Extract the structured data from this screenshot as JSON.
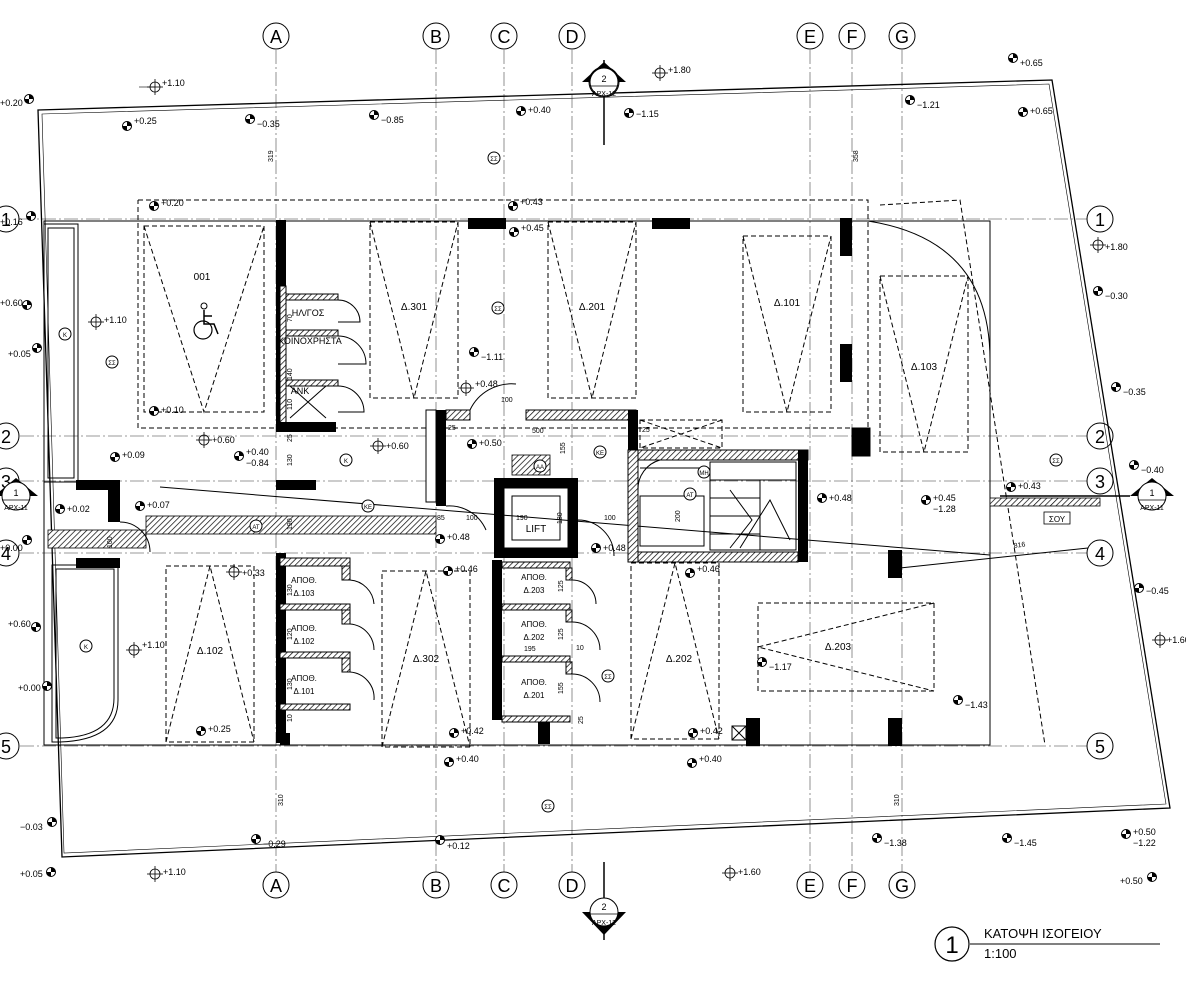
{
  "title_block": {
    "number": "1",
    "title": "ΚΑΤΟΨΗ ΙΣΟΓΕΙΟΥ",
    "scale": "1:100"
  },
  "grid_columns": [
    "A",
    "B",
    "C",
    "D",
    "E",
    "F",
    "G"
  ],
  "grid_rows": [
    "1",
    "2",
    "3",
    "4",
    "5"
  ],
  "section_marks": [
    {
      "number": "2",
      "sheet": "ΑΡΧ-12"
    },
    {
      "number": "2",
      "sheet": "ΑΡΧ-12"
    },
    {
      "number": "1",
      "sheet": "ΑΡΧ-11"
    },
    {
      "number": "1",
      "sheet": "ΑΡΧ-11"
    }
  ],
  "rooms": {
    "r001": "001",
    "d301": "Δ.301",
    "d201": "Δ.201",
    "d101": "Δ.101",
    "d103": "Δ.103",
    "d102": "Δ.102",
    "d302": "Δ.302",
    "d202": "Δ.202",
    "d203": "Δ.203",
    "hlgos": "ΗΛ/ΓΟΣ",
    "koinox": "ΚΟΙΝΟΧΡΗΣΤΑ",
    "ank": "ΑΝΚ",
    "lift": "LIFT",
    "soy": "ΣΟΥ",
    "ap103_a": "ΑΠΟΘ.",
    "ap103_b": "Δ.103",
    "ap102_a": "ΑΠΟΘ.",
    "ap102_b": "Δ.102",
    "ap101_a": "ΑΠΟΘ.",
    "ap101_b": "Δ.101",
    "ap203_a": "ΑΠΟΘ.",
    "ap203_b": "Δ.203",
    "ap202_a": "ΑΠΟΘ.",
    "ap202_b": "Δ.202",
    "ap201_a": "ΑΠΟΘ.",
    "ap201_b": "Δ.201"
  },
  "levels": [
    "+1.10",
    "+0.20",
    "+0.25",
    "−0.35",
    "−0.85",
    "+1.80",
    "+0.40",
    "−1.15",
    "+0.65",
    "−1.21",
    "+0.65",
    "+0.20",
    "+0.43",
    "+0.45",
    "+0.16",
    "+1.80",
    "−0.30",
    "+0.60",
    "+1.10",
    "+0.05",
    "−1.11",
    "+0.48",
    "−0.35",
    "+0.10",
    "+0.60",
    "+0.40",
    "−0.84",
    "+0.60",
    "+0.09",
    "+0.50",
    "−0.40",
    "+0.43",
    "+0.07",
    "+0.02",
    "+0.48",
    "+0.48",
    "+0.45",
    "−1.28",
    "+0.48",
    "+0.00",
    "+0.33",
    "+0.46",
    "+0.46",
    "−0.45",
    "+0.60",
    "+1.10",
    "+1.60",
    "+0.00",
    "−1.17",
    "−1.43",
    "+0.25",
    "+0.42",
    "+0.42",
    "+0.40",
    "+0.40",
    "−0.03",
    "−0.29",
    "+0.12",
    "−1.38",
    "−1.45",
    "+0.50",
    "−1.22",
    "+0.05",
    "+1.10",
    "+1.60",
    "+0.50"
  ],
  "dims": [
    "319",
    "358",
    "500",
    "155",
    "100",
    "25",
    "190",
    "180",
    "100",
    "85",
    "25",
    "100",
    "190",
    "200",
    "125",
    "125",
    "195",
    "155",
    "10",
    "25",
    "120",
    "130",
    "10",
    "310",
    "310",
    "816",
    "140",
    "70",
    "110",
    "130",
    "25",
    "130",
    "100"
  ],
  "codes": {
    "k1": "Κ",
    "k2": "Κ",
    "aa": "ΑΑ",
    "at1": "ΑΤ",
    "at2": "ΑΤ",
    "ke1": "ΚΕ",
    "ke2": "ΚΕ",
    "ss": "ΣΣ",
    "mh": "ΜΗ",
    "k_arrow": "Κ"
  },
  "colors": {
    "line": "#000000",
    "grid": "#777777",
    "background": "#ffffff"
  }
}
